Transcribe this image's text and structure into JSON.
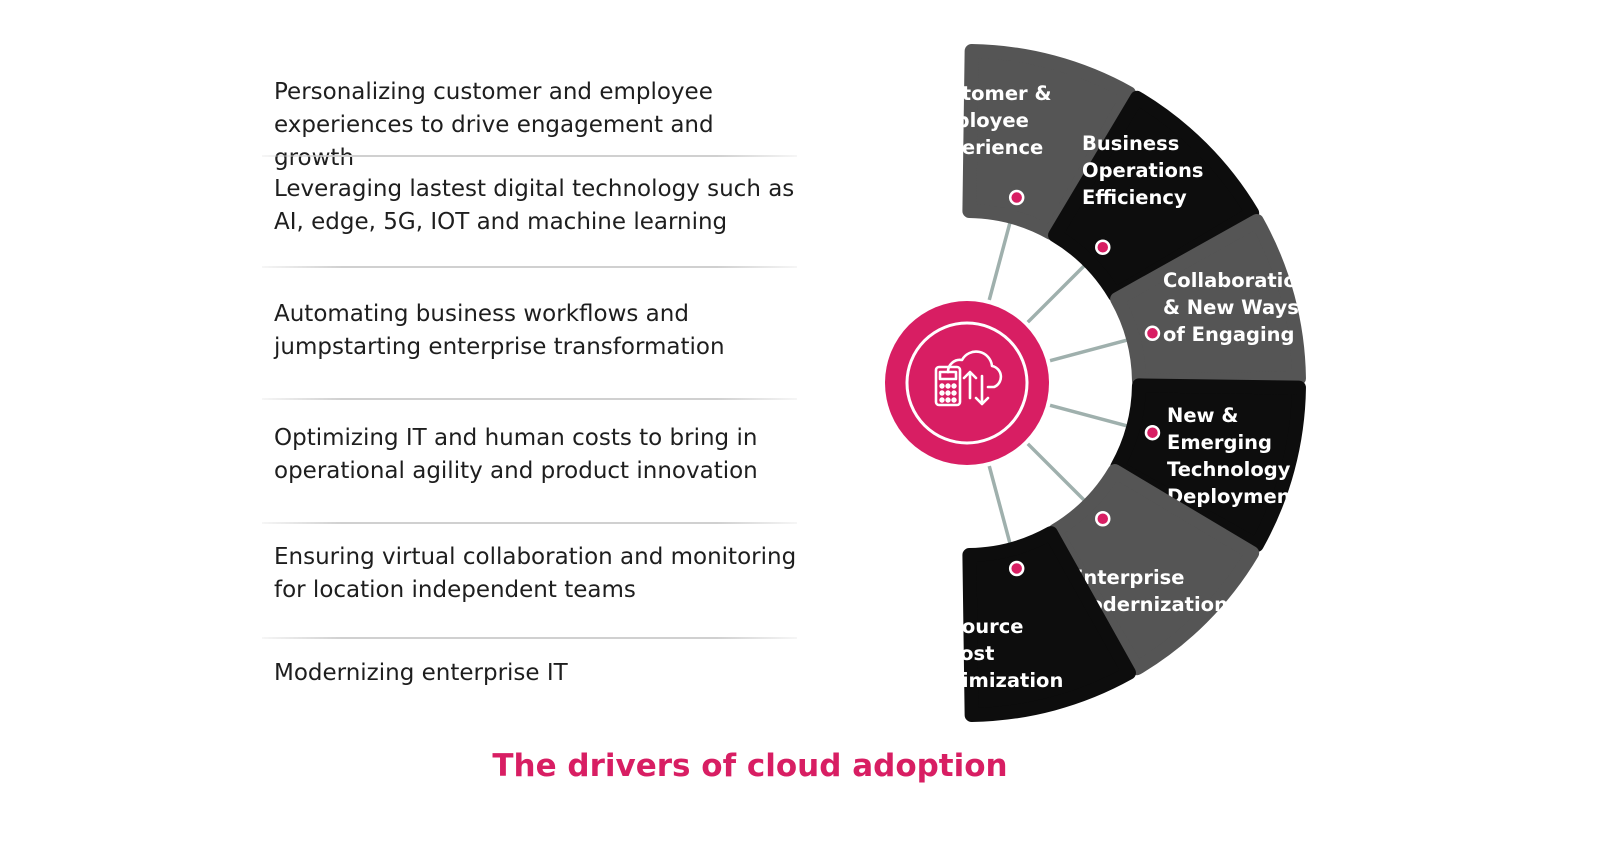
{
  "drivers": [
    "Personalizing customer and employee experiences to drive engagement and growth",
    "Leveraging lastest digital technology such as AI, edge, 5G, IOT and machine learning",
    "Automating business workflows and jumpstarting enterprise transformation",
    "Optimizing IT and human costs to bring in operational agility and product innovation",
    "Ensuring virtual collaboration and monitoring for location independent teams",
    "Modernizing enterprise IT"
  ],
  "segments": [
    {
      "lines": [
        "Customer &",
        "Employee",
        "Experience"
      ],
      "fill": "#555555"
    },
    {
      "lines": [
        "Business",
        "Operations",
        "Efficiency"
      ],
      "fill": "#0d0d0d"
    },
    {
      "lines": [
        "Collaboration",
        "& New Ways",
        "of Engaging"
      ],
      "fill": "#555555"
    },
    {
      "lines": [
        "New &",
        "Emerging",
        "Technology",
        "Deployment"
      ],
      "fill": "#0d0d0d"
    },
    {
      "lines": [
        "Enterprise",
        "Modernization"
      ],
      "fill": "#555555"
    },
    {
      "lines": [
        "Resource",
        "& Cost",
        "Optimization"
      ],
      "fill": "#0d0d0d"
    }
  ],
  "hub_icon": "cloud-calculator-transfer-icon",
  "colors": {
    "accent": "#d81e63",
    "dark_segment": "#0d0d0d",
    "grey_segment": "#555555",
    "connector": "#9fb0ad"
  },
  "caption": "The drivers of cloud adoption"
}
